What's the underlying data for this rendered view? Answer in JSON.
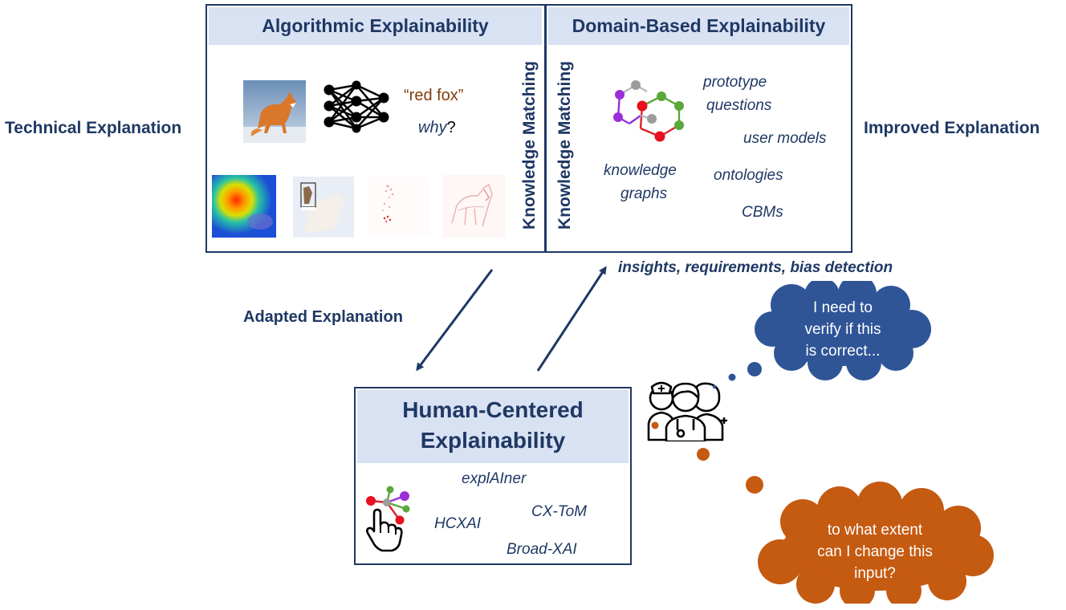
{
  "side_labels": {
    "technical": "Technical Explanation",
    "improved": "Improved Explanation",
    "adapted": "Adapted Explanation",
    "feedback": "insights, requirements, bias detection"
  },
  "algorithmic": {
    "title": "Algorithmic Explainability",
    "label_text": "“red fox”",
    "why_word": "why",
    "why_mark": "?",
    "knowledge_matching": "Knowledge Matching"
  },
  "domain": {
    "title": "Domain-Based Explainability",
    "knowledge_matching": "Knowledge Matching",
    "items": {
      "prototype_line1": "prototype",
      "prototype_line2": "questions",
      "user_models": "user models",
      "kg_line1": "knowledge",
      "kg_line2": "graphs",
      "ontologies": "ontologies",
      "cbms": "CBMs"
    }
  },
  "human": {
    "title_line1": "Human-Centered",
    "title_line2": "Explainability",
    "items": {
      "explainer": "explAIner",
      "cxtom": "CX-ToM",
      "hcxai": "HCXAI",
      "broad": "Broad-XAI"
    }
  },
  "thoughts": {
    "blue_lines": [
      "I need to",
      "verify if this",
      "is correct..."
    ],
    "orange_lines": [
      "to what extent",
      "can I change this",
      "input?"
    ]
  },
  "colors": {
    "navy": "#1f3864",
    "header_fill": "#d9e2f3",
    "cloud_blue": "#2f5597",
    "cloud_orange": "#c55a11",
    "label_brown": "#843c0c"
  }
}
